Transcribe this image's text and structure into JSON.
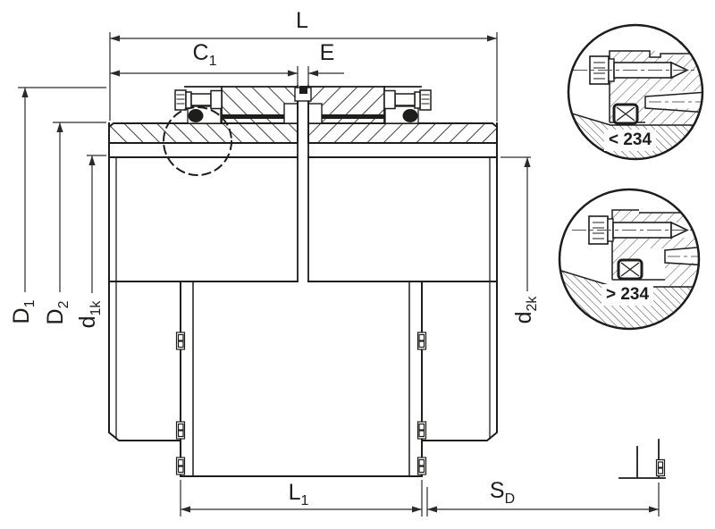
{
  "drawing": {
    "type": "technical-section-drawing-of-shaft-coupling",
    "dimensions": {
      "l": {
        "main": "L",
        "sub": ""
      },
      "c1": {
        "main": "C",
        "sub": "1"
      },
      "e": {
        "main": "E",
        "sub": ""
      },
      "d1": {
        "main": "D",
        "sub": "1"
      },
      "d2": {
        "main": "D",
        "sub": "2"
      },
      "d1k": {
        "main": "d",
        "sub": "1k"
      },
      "d2k": {
        "main": "d",
        "sub": "2k"
      },
      "l1": {
        "main": "L",
        "sub": "1"
      },
      "sd": {
        "main": "S",
        "sub": "D"
      }
    },
    "detail_views": {
      "upper_label": "< 234",
      "lower_label": "> 234"
    },
    "colors": {
      "line": "#1d1d1b",
      "dimension_line": "#2a2a2a",
      "background": "#ffffff"
    }
  }
}
